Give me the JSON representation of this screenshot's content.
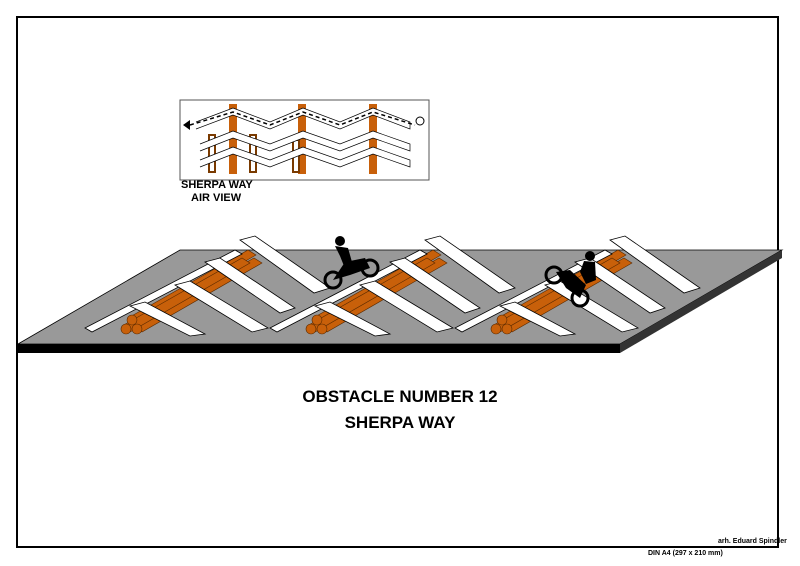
{
  "drawing": {
    "title_line1": "OBSTACLE NUMBER 12",
    "title_line2": "SHERPA WAY",
    "inset_label_line1": "SHERPA WAY",
    "inset_label_line2": "AIR VIEW",
    "author": "arh. Eduard Spindler",
    "paper_format": "DIN A4 (297 x 210 mm)"
  },
  "colors": {
    "log": "#c8600a",
    "platform": "#999999",
    "board": "#ffffff",
    "edge": "#000000"
  }
}
